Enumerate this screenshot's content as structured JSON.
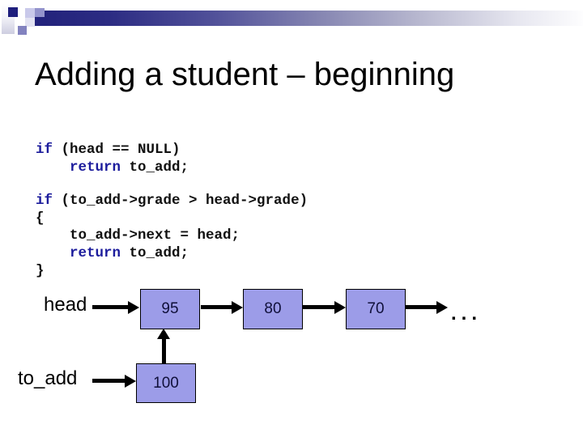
{
  "title": "Adding a student – beginning",
  "colors": {
    "accent_bar_navy": "#23237c",
    "node_fill": "#9c9ce8",
    "keyword_blue": "#1c1c9c",
    "text_black": "#000000"
  },
  "code": {
    "block1": [
      [
        {
          "c": "kw",
          "t": "if"
        },
        {
          "c": "pl",
          "t": " (head == NULL)"
        }
      ],
      [
        {
          "c": "pl",
          "t": "    "
        },
        {
          "c": "kw",
          "t": "return"
        },
        {
          "c": "pl",
          "t": " to_add;"
        }
      ]
    ],
    "block2": [
      [
        {
          "c": "kw",
          "t": "if"
        },
        {
          "c": "pl",
          "t": " (to_add->grade > head->grade)"
        }
      ],
      [
        {
          "c": "pl",
          "t": "{"
        }
      ],
      [
        {
          "c": "pl",
          "t": "    to_add->next = head;"
        }
      ],
      [
        {
          "c": "pl",
          "t": "    "
        },
        {
          "c": "kw",
          "t": "return"
        },
        {
          "c": "pl",
          "t": " to_add;"
        }
      ],
      [
        {
          "c": "pl",
          "t": "}"
        }
      ]
    ]
  },
  "diagram": {
    "head_label": "head",
    "to_add_label": "to_add",
    "nodes": [
      "95",
      "80",
      "70"
    ],
    "new_node_value": "100",
    "ellipsis": "..."
  }
}
